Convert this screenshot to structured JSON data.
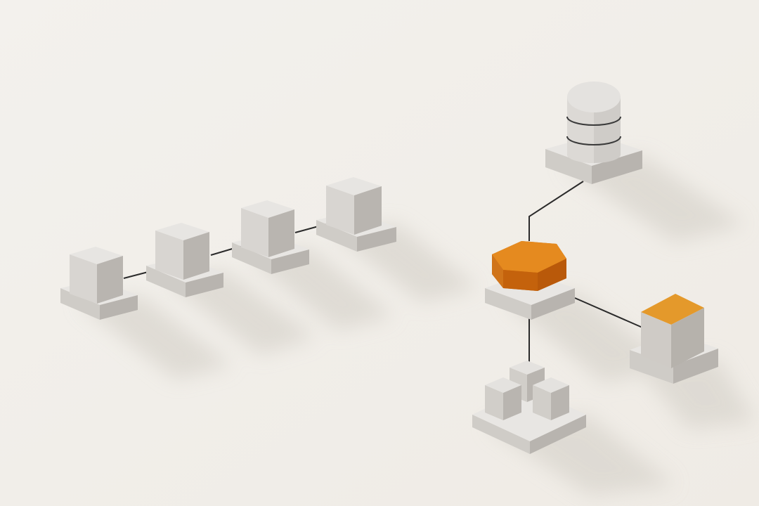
{
  "diagram": {
    "kind": "isometric-architecture-illustration",
    "palette": {
      "background": "#f1eee9",
      "block_light": "#e2e0dd",
      "block_mid": "#c9c6c2",
      "block_dark": "#a9a5a0",
      "base_light": "#e9e7e4",
      "base_mid": "#cfccc8",
      "base_dark": "#b4b0ab",
      "accent_top": "#e48a1e",
      "accent_side": "#c86a10",
      "accent_cube_top": "#e29a2a",
      "line": "#2a2a2a",
      "shadow": "#d8d4ce"
    },
    "nodes": [
      {
        "id": "chain-1",
        "shape": "cube",
        "accent": false
      },
      {
        "id": "chain-2",
        "shape": "cube",
        "accent": false
      },
      {
        "id": "chain-3",
        "shape": "cube",
        "accent": false
      },
      {
        "id": "chain-4",
        "shape": "cube",
        "accent": false
      },
      {
        "id": "hub",
        "shape": "hexagon",
        "accent": true
      },
      {
        "id": "database",
        "shape": "cylinder-stack",
        "accent": false
      },
      {
        "id": "service",
        "shape": "cube",
        "accent": true
      },
      {
        "id": "cluster",
        "shape": "cube-group",
        "accent": false
      }
    ],
    "edges": [
      {
        "from": "chain-1",
        "to": "chain-2"
      },
      {
        "from": "chain-2",
        "to": "chain-3"
      },
      {
        "from": "chain-3",
        "to": "chain-4"
      },
      {
        "from": "hub",
        "to": "database"
      },
      {
        "from": "hub",
        "to": "service"
      },
      {
        "from": "hub",
        "to": "cluster"
      }
    ]
  }
}
